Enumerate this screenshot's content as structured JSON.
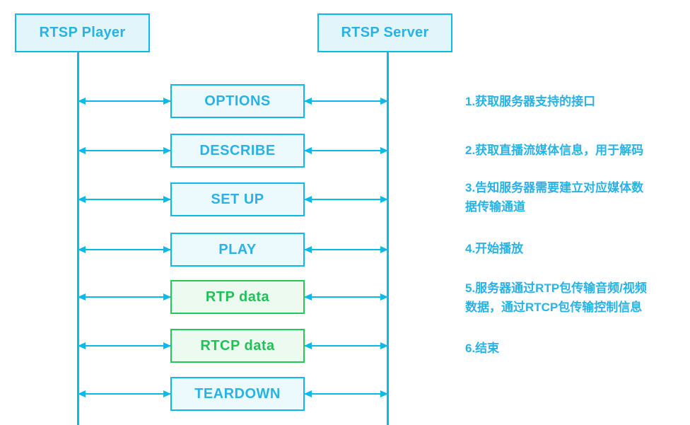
{
  "palette": {
    "cyan_border": "#0db9e8",
    "cyan_text": "#29b2e5",
    "cyan_fill": "#edfafd",
    "actor_fill": "#e1f5fb",
    "green_border": "#22c955",
    "green_text": "#21c15a",
    "green_fill": "#edfaf0"
  },
  "actors": [
    {
      "label": "RTSP Player"
    },
    {
      "label": "RTSP Server"
    }
  ],
  "messages": [
    {
      "label": "OPTIONS",
      "style": "cyan"
    },
    {
      "label": "DESCRIBE",
      "style": "cyan"
    },
    {
      "label": "SET UP",
      "style": "cyan"
    },
    {
      "label": "PLAY",
      "style": "cyan"
    },
    {
      "label": "RTP data",
      "style": "green"
    },
    {
      "label": "RTCP data",
      "style": "green"
    },
    {
      "label": "TEARDOWN",
      "style": "cyan"
    }
  ],
  "annotations": [
    {
      "text": "1.获取服务器支持的接口"
    },
    {
      "text": "2.获取直播流媒体信息，用于解码"
    },
    {
      "text": "3.告知服务器需要建立对应媒体数\n据传输通道"
    },
    {
      "text": "4.开始播放"
    },
    {
      "text": "5.服务器通过RTP包传输音频/视频\n数据，通过RTCP包传输控制信息"
    },
    {
      "text": "6.结束"
    }
  ]
}
